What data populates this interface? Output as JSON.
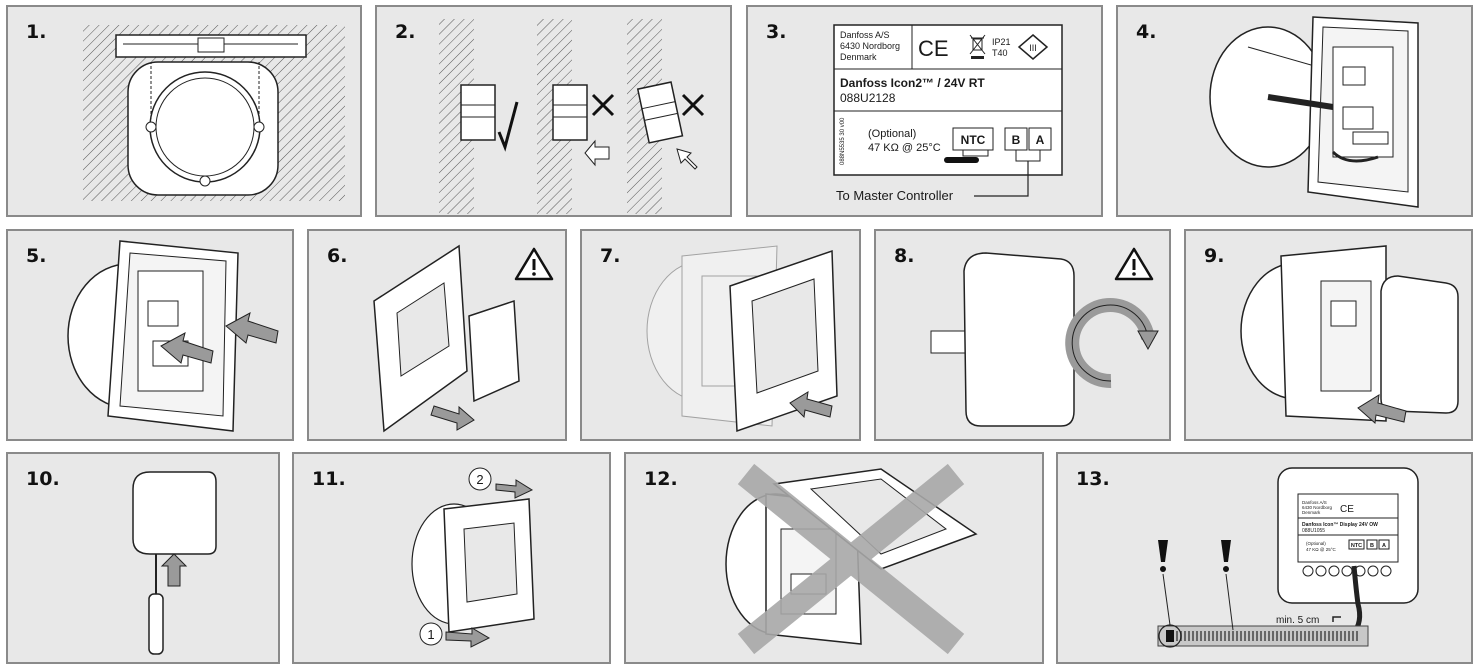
{
  "steps": [
    {
      "num": "1."
    },
    {
      "num": "2."
    },
    {
      "num": "3."
    },
    {
      "num": "4."
    },
    {
      "num": "5."
    },
    {
      "num": "6."
    },
    {
      "num": "7."
    },
    {
      "num": "8."
    },
    {
      "num": "9."
    },
    {
      "num": "10."
    },
    {
      "num": "11."
    },
    {
      "num": "12."
    },
    {
      "num": "13."
    }
  ],
  "label": {
    "manufacturer_line1": "Danfoss A/S",
    "manufacturer_line2": "6430 Nordborg",
    "manufacturer_line3": "Denmark",
    "ce_mark": "CE",
    "ip_rating": "IP21",
    "temp_rating": "T40",
    "class_mark": "III",
    "product_name": "Danfoss Icon2™ / 24V RT",
    "product_code": "088U2128",
    "side_code": "088N5535 30 v00",
    "optional_text": "(Optional)",
    "ntc_value": "47 KΩ @ 25°C",
    "terminal_ntc": "NTC",
    "terminal_b": "B",
    "terminal_a": "A",
    "master_text": "To Master Controller"
  },
  "step11": {
    "marker1": "1",
    "marker2": "2"
  },
  "step13": {
    "mini_manufacturer1": "Danfoss A/S",
    "mini_manufacturer2": "6430 Nordborg",
    "mini_manufacturer3": "Denmark",
    "mini_product": "Danfoss Icon™ Display 24V OW",
    "mini_code": "088U1055",
    "mini_optional": "(Optional)",
    "mini_ntc_value": "47 KΩ @ 25°C",
    "mini_terminal_ntc": "NTC",
    "mini_terminal_b": "B",
    "mini_terminal_a": "A",
    "distance": "min. 5 cm"
  },
  "colors": {
    "panel_bg": "#e8e8e8",
    "panel_border": "#8a8a8a",
    "line": "#1a1a1a",
    "arrow_fill": "#9a9a9a",
    "cross": "#a8a8a8"
  }
}
